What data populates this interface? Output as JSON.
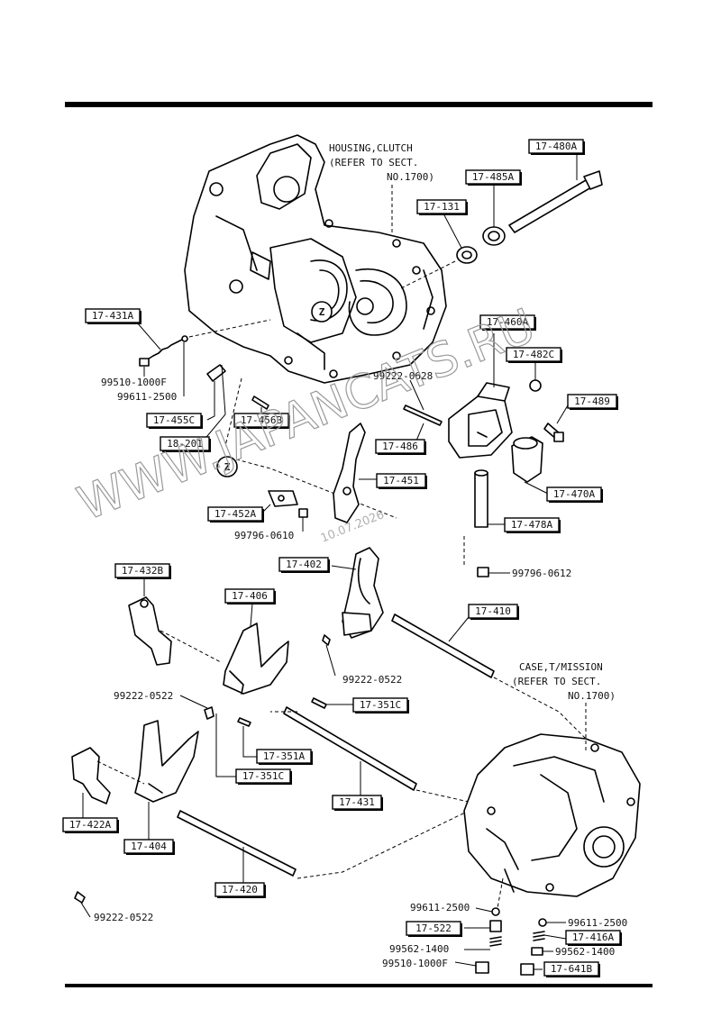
{
  "notes": {
    "housing_line1": "HOUSING,CLUTCH",
    "housing_line2": "(REFER TO SECT.",
    "housing_line3": "NO.1700)",
    "case_line1": "CASE,T/MISSION",
    "case_line2": "(REFER TO SECT.",
    "case_line3": "NO.1700)"
  },
  "ref_marks": {
    "z1": "Z",
    "z2": "Z"
  },
  "boxed_parts": {
    "p17_480A": "17-480A",
    "p17_485A": "17-485A",
    "p17_131": "17-131",
    "p17_431A": "17-431A",
    "p17_460A": "17-460A",
    "p17_482C": "17-482C",
    "p17_489": "17-489",
    "p17_455C": "17-455C",
    "p17_456B": "17-456B",
    "p18_201": "18-201",
    "p17_486": "17-486",
    "p17_451": "17-451",
    "p17_470A": "17-470A",
    "p17_452A": "17-452A",
    "p17_478A": "17-478A",
    "p17_402": "17-402",
    "p17_432B": "17-432B",
    "p17_406": "17-406",
    "p17_410": "17-410",
    "p17_351C_a": "17-351C",
    "p17_351A": "17-351A",
    "p17_351C_b": "17-351C",
    "p17_431": "17-431",
    "p17_422A": "17-422A",
    "p17_404": "17-404",
    "p17_420": "17-420",
    "p17_522": "17-522",
    "p17_416A": "17-416A",
    "p17_641B": "17-641B"
  },
  "plain_parts": {
    "p99510_1000F_a": "99510-1000F",
    "p99611_2500_a": "99611-2500",
    "p99222_0628": "99222-0628",
    "p99796_0610": "99796-0610",
    "p99796_0612": "99796-0612",
    "p99222_0522_a": "99222-0522",
    "p99222_0522_b": "99222-0522",
    "p99222_0522_c": "99222-0522",
    "p99611_2500_b": "99611-2500",
    "p99611_2500_c": "99611-2500",
    "p99562_1400_a": "99562-1400",
    "p99562_1400_b": "99562-1400",
    "p99510_1000F_b": "99510-1000F"
  },
  "watermark": {
    "site": "WWW.JAPANCATS.RU",
    "date": "10.07.2026"
  }
}
